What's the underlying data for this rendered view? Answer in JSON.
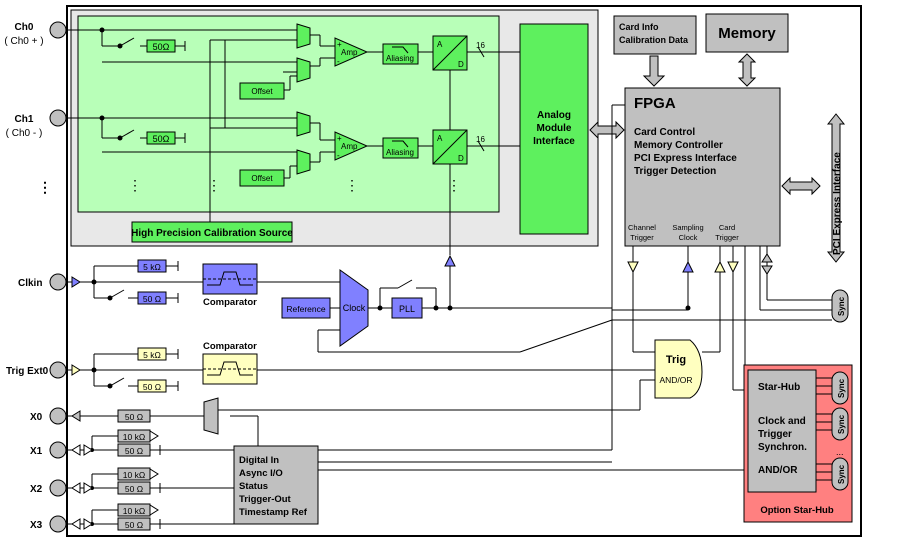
{
  "inputs": {
    "ch0": "Ch0",
    "ch0_sub": "( Ch0 + )",
    "ch1": "Ch1",
    "ch1_sub": "( Ch0 - )",
    "dots": "⋮",
    "clkin": "Clkin",
    "trig": "Trig Ext0",
    "x0": "X0",
    "x1": "X1",
    "x2": "X2",
    "x3": "X3"
  },
  "analog": {
    "r50": "50Ω",
    "amp": "Amp",
    "aliasing": "Aliasing",
    "offset": "Offset",
    "adc_a": "A",
    "adc_d": "D",
    "bus16": "16",
    "plus": "+",
    "minus": "-",
    "ami": "Analog Module Interface",
    "ami_lines": [
      "Analog",
      "Module",
      "Interface"
    ],
    "calib": "High Precision Calibration Source"
  },
  "top": {
    "cardinfo_lines": [
      "Card Info",
      "Calibration Data"
    ],
    "memory": "Memory"
  },
  "fpga": {
    "title": "FPGA",
    "lines": [
      "Card Control",
      "Memory Controller",
      "PCI Express Interface",
      "Trigger Detection"
    ],
    "ports": [
      [
        "Channel",
        "Trigger"
      ],
      [
        "Sampling",
        "Clock"
      ],
      [
        "Card",
        "Trigger"
      ]
    ]
  },
  "pcie": "PCI Express Interface",
  "clock": {
    "r5k": "5 kΩ",
    "r50": "50 Ω",
    "comparator": "Comparator",
    "reference": "Reference",
    "clock": "Clock",
    "pll": "PLL"
  },
  "trigger": {
    "r5k": "5 kΩ",
    "r50": "50 Ω",
    "comparator": "Comparator",
    "trig": "Trig",
    "andor": "AND/OR"
  },
  "io": {
    "r50": "50 Ω",
    "r10k": "10 kΩ",
    "digital_lines": [
      "Digital In",
      "Async I/O",
      "Status",
      "Trigger-Out",
      "Timestamp Ref"
    ]
  },
  "starhub": {
    "lines": [
      "Star-Hub",
      "",
      "Clock and",
      "Trigger",
      "Synchron.",
      "",
      "AND/OR"
    ],
    "title": "Option Star-Hub",
    "sync": "Sync",
    "dots": "..."
  },
  "colors": {
    "green_panel": "#b8ffb8",
    "green_block": "#5ef05e",
    "gray_panel": "#e8e8e8",
    "gray_block": "#c0c0c0",
    "blue": "#8080ff",
    "yellow": "#ffffc0",
    "red_panel": "#ff8080"
  }
}
